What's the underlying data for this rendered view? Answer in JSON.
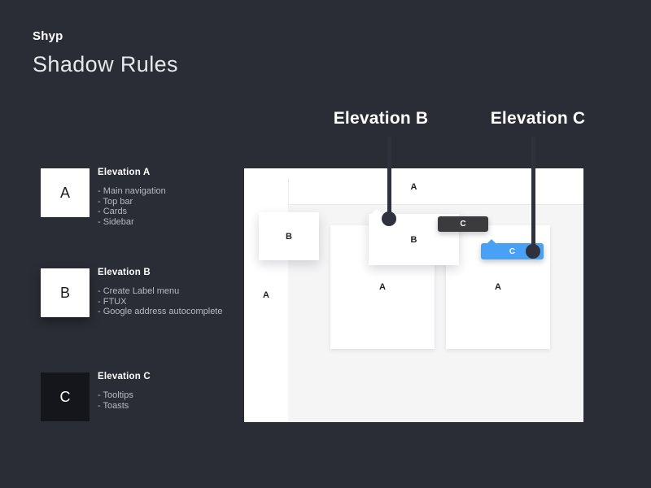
{
  "header": {
    "brand": "Shyp",
    "title": "Shadow Rules"
  },
  "legend": [
    {
      "letter": "A",
      "title": "Elevation A",
      "items": [
        "- Main navigation",
        "- Top bar",
        "- Cards",
        "- Sidebar"
      ]
    },
    {
      "letter": "B",
      "title": "Elevation B",
      "items": [
        "- Create Label menu",
        "- FTUX",
        "- Google address autocomplete"
      ]
    },
    {
      "letter": "C",
      "title": "Elevation C",
      "items": [
        "- Tooltips",
        "- Toasts"
      ]
    }
  ],
  "callouts": {
    "b": "Elevation B",
    "c": "Elevation C"
  },
  "mockup": {
    "topbar_label": "A",
    "sidebar_label": "A",
    "card_left_label": "A",
    "card_right_label": "A",
    "menu_left_label": "B",
    "menu_center_label": "B",
    "tooltip_label": "C",
    "toast_label": "C"
  },
  "colors": {
    "background": "#2b2d36",
    "line_dark": "#2f323c",
    "accent_blue": "#48a1f5",
    "tooltip_dark": "#3b3b3e",
    "canvas_gray": "#f5f5f6"
  }
}
